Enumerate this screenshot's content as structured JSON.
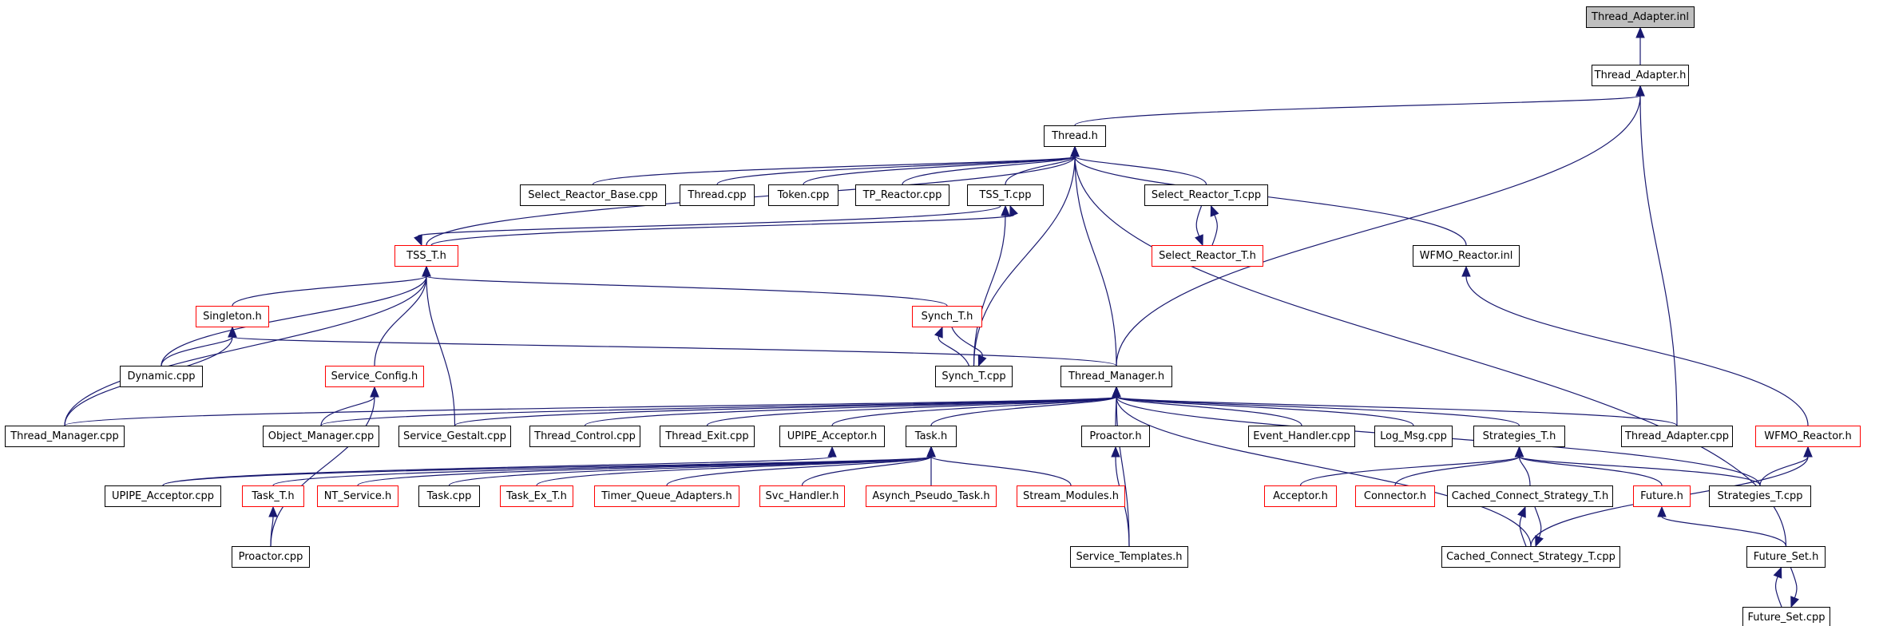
{
  "colors": {
    "edge": "#191970",
    "node_border": "#000000",
    "incomplete_border": "#ff0000",
    "root_fill": "#bfbfbf"
  },
  "nodes": [
    {
      "id": "thread_adapter_inl",
      "label": "Thread_Adapter.inl",
      "style": "root"
    },
    {
      "id": "thread_adapter_h",
      "label": "Thread_Adapter.h"
    },
    {
      "id": "thread_h",
      "label": "Thread.h"
    },
    {
      "id": "select_reactor_base_cpp",
      "label": "Select_Reactor_Base.cpp"
    },
    {
      "id": "thread_cpp",
      "label": "Thread.cpp"
    },
    {
      "id": "token_cpp",
      "label": "Token.cpp"
    },
    {
      "id": "tp_reactor_cpp",
      "label": "TP_Reactor.cpp"
    },
    {
      "id": "tss_t_cpp",
      "label": "TSS_T.cpp"
    },
    {
      "id": "select_reactor_t_cpp",
      "label": "Select_Reactor_T.cpp"
    },
    {
      "id": "tss_t_h",
      "label": "TSS_T.h",
      "style": "incomplete"
    },
    {
      "id": "select_reactor_t_h",
      "label": "Select_Reactor_T.h",
      "style": "incomplete"
    },
    {
      "id": "wfmo_reactor_inl",
      "label": "WFMO_Reactor.inl"
    },
    {
      "id": "singleton_h",
      "label": "Singleton.h",
      "style": "incomplete"
    },
    {
      "id": "synch_t_h",
      "label": "Synch_T.h",
      "style": "incomplete"
    },
    {
      "id": "dynamic_cpp",
      "label": "Dynamic.cpp"
    },
    {
      "id": "service_config_h",
      "label": "Service_Config.h",
      "style": "incomplete"
    },
    {
      "id": "synch_t_cpp",
      "label": "Synch_T.cpp"
    },
    {
      "id": "thread_manager_h",
      "label": "Thread_Manager.h"
    },
    {
      "id": "thread_manager_cpp",
      "label": "Thread_Manager.cpp"
    },
    {
      "id": "object_manager_cpp",
      "label": "Object_Manager.cpp"
    },
    {
      "id": "service_gestalt_cpp",
      "label": "Service_Gestalt.cpp"
    },
    {
      "id": "thread_control_cpp",
      "label": "Thread_Control.cpp"
    },
    {
      "id": "thread_exit_cpp",
      "label": "Thread_Exit.cpp"
    },
    {
      "id": "upipe_acceptor_h",
      "label": "UPIPE_Acceptor.h"
    },
    {
      "id": "task_h",
      "label": "Task.h"
    },
    {
      "id": "proactor_h",
      "label": "Proactor.h"
    },
    {
      "id": "event_handler_cpp",
      "label": "Event_Handler.cpp"
    },
    {
      "id": "log_msg_cpp",
      "label": "Log_Msg.cpp"
    },
    {
      "id": "strategies_t_h",
      "label": "Strategies_T.h"
    },
    {
      "id": "thread_adapter_cpp",
      "label": "Thread_Adapter.cpp"
    },
    {
      "id": "wfmo_reactor_h",
      "label": "WFMO_Reactor.h",
      "style": "incomplete"
    },
    {
      "id": "upipe_acceptor_cpp",
      "label": "UPIPE_Acceptor.cpp"
    },
    {
      "id": "task_t_h",
      "label": "Task_T.h",
      "style": "incomplete"
    },
    {
      "id": "nt_service_h",
      "label": "NT_Service.h",
      "style": "incomplete"
    },
    {
      "id": "task_cpp",
      "label": "Task.cpp"
    },
    {
      "id": "task_ex_t_h",
      "label": "Task_Ex_T.h",
      "style": "incomplete"
    },
    {
      "id": "timer_queue_adapters_h",
      "label": "Timer_Queue_Adapters.h",
      "style": "incomplete"
    },
    {
      "id": "svc_handler_h",
      "label": "Svc_Handler.h",
      "style": "incomplete"
    },
    {
      "id": "asynch_pseudo_task_h",
      "label": "Asynch_Pseudo_Task.h",
      "style": "incomplete"
    },
    {
      "id": "stream_modules_h",
      "label": "Stream_Modules.h",
      "style": "incomplete"
    },
    {
      "id": "acceptor_h",
      "label": "Acceptor.h",
      "style": "incomplete"
    },
    {
      "id": "connector_h",
      "label": "Connector.h",
      "style": "incomplete"
    },
    {
      "id": "cached_connect_strategy_t_h",
      "label": "Cached_Connect_Strategy_T.h"
    },
    {
      "id": "future_h",
      "label": "Future.h",
      "style": "incomplete"
    },
    {
      "id": "strategies_t_cpp",
      "label": "Strategies_T.cpp"
    },
    {
      "id": "proactor_cpp",
      "label": "Proactor.cpp"
    },
    {
      "id": "service_templates_h",
      "label": "Service_Templates.h"
    },
    {
      "id": "cached_connect_strategy_t_cpp",
      "label": "Cached_Connect_Strategy_T.cpp"
    },
    {
      "id": "future_set_h",
      "label": "Future_Set.h"
    },
    {
      "id": "future_set_cpp",
      "label": "Future_Set.cpp"
    }
  ],
  "edges": [
    [
      "thread_adapter_h",
      "thread_adapter_inl"
    ],
    [
      "thread_h",
      "thread_adapter_h"
    ],
    [
      "thread_manager_h",
      "thread_adapter_h"
    ],
    [
      "thread_adapter_cpp",
      "thread_adapter_h"
    ],
    [
      "select_reactor_base_cpp",
      "thread_h"
    ],
    [
      "thread_cpp",
      "thread_h"
    ],
    [
      "token_cpp",
      "thread_h"
    ],
    [
      "tp_reactor_cpp",
      "thread_h"
    ],
    [
      "tss_t_cpp",
      "thread_h"
    ],
    [
      "select_reactor_t_cpp",
      "thread_h"
    ],
    [
      "tss_t_h",
      "thread_h"
    ],
    [
      "wfmo_reactor_inl",
      "thread_h"
    ],
    [
      "synch_t_cpp",
      "thread_h"
    ],
    [
      "thread_manager_h",
      "thread_h"
    ],
    [
      "future_set_h",
      "thread_h"
    ],
    [
      "tss_t_h",
      "tss_t_cpp"
    ],
    [
      "synch_t_cpp",
      "tss_t_cpp"
    ],
    [
      "select_reactor_t_h",
      "select_reactor_t_cpp"
    ],
    [
      "select_reactor_t_cpp",
      "select_reactor_t_h"
    ],
    [
      "tss_t_cpp",
      "tss_t_h"
    ],
    [
      "singleton_h",
      "tss_t_h"
    ],
    [
      "synch_t_h",
      "tss_t_h"
    ],
    [
      "dynamic_cpp",
      "tss_t_h"
    ],
    [
      "service_config_h",
      "tss_t_h"
    ],
    [
      "thread_manager_cpp",
      "tss_t_h"
    ],
    [
      "service_gestalt_cpp",
      "tss_t_h"
    ],
    [
      "wfmo_reactor_h",
      "wfmo_reactor_inl"
    ],
    [
      "dynamic_cpp",
      "singleton_h"
    ],
    [
      "thread_manager_cpp",
      "singleton_h"
    ],
    [
      "thread_manager_h",
      "singleton_h"
    ],
    [
      "synch_t_cpp",
      "synch_t_h"
    ],
    [
      "synch_t_h",
      "synch_t_cpp"
    ],
    [
      "object_manager_cpp",
      "service_config_h"
    ],
    [
      "proactor_cpp",
      "service_config_h"
    ],
    [
      "thread_manager_cpp",
      "thread_manager_h"
    ],
    [
      "object_manager_cpp",
      "thread_manager_h"
    ],
    [
      "service_gestalt_cpp",
      "thread_manager_h"
    ],
    [
      "thread_control_cpp",
      "thread_manager_h"
    ],
    [
      "thread_exit_cpp",
      "thread_manager_h"
    ],
    [
      "upipe_acceptor_h",
      "thread_manager_h"
    ],
    [
      "task_h",
      "thread_manager_h"
    ],
    [
      "proactor_h",
      "thread_manager_h"
    ],
    [
      "service_templates_h",
      "thread_manager_h"
    ],
    [
      "cached_connect_strategy_t_cpp",
      "thread_manager_h"
    ],
    [
      "event_handler_cpp",
      "thread_manager_h"
    ],
    [
      "log_msg_cpp",
      "thread_manager_h"
    ],
    [
      "strategies_t_h",
      "thread_manager_h"
    ],
    [
      "strategies_t_cpp",
      "thread_manager_h"
    ],
    [
      "thread_adapter_cpp",
      "thread_manager_h"
    ],
    [
      "upipe_acceptor_cpp",
      "upipe_acceptor_h"
    ],
    [
      "task_t_h",
      "task_h"
    ],
    [
      "nt_service_h",
      "task_h"
    ],
    [
      "task_cpp",
      "task_h"
    ],
    [
      "task_ex_t_h",
      "task_h"
    ],
    [
      "timer_queue_adapters_h",
      "task_h"
    ],
    [
      "svc_handler_h",
      "task_h"
    ],
    [
      "asynch_pseudo_task_h",
      "task_h"
    ],
    [
      "stream_modules_h",
      "task_h"
    ],
    [
      "upipe_acceptor_cpp",
      "task_h"
    ],
    [
      "proactor_cpp",
      "task_t_h"
    ],
    [
      "service_templates_h",
      "proactor_h"
    ],
    [
      "acceptor_h",
      "strategies_t_h"
    ],
    [
      "connector_h",
      "strategies_t_h"
    ],
    [
      "cached_connect_strategy_t_h",
      "strategies_t_h"
    ],
    [
      "future_h",
      "strategies_t_h"
    ],
    [
      "strategies_t_cpp",
      "strategies_t_h"
    ],
    [
      "strategies_t_cpp",
      "wfmo_reactor_h"
    ],
    [
      "cached_connect_strategy_t_cpp",
      "wfmo_reactor_h"
    ],
    [
      "cached_connect_strategy_t_cpp",
      "cached_connect_strategy_t_h"
    ],
    [
      "cached_connect_strategy_t_h",
      "cached_connect_strategy_t_cpp"
    ],
    [
      "future_set_h",
      "future_h"
    ],
    [
      "future_set_cpp",
      "future_set_h"
    ],
    [
      "future_set_h",
      "future_set_cpp"
    ]
  ]
}
